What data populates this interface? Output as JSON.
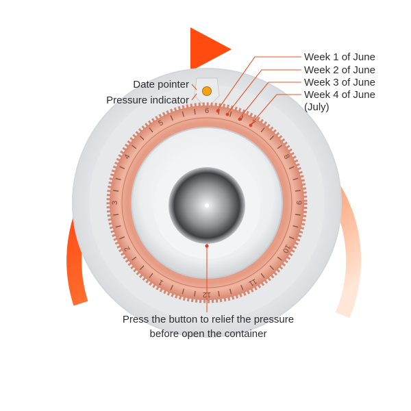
{
  "labels": {
    "date_pointer": "Date pointer",
    "pressure_indicator": "Pressure indicator",
    "week1": "Week 1 of June",
    "week2": "Week 2 of June",
    "week3": "Week 3 of June",
    "week4": "Week 4 of June",
    "week4_note": "(July)",
    "press_line1": "Press the button to relief the pressure",
    "press_line2": "before open the container"
  },
  "dial": {
    "numbers": [
      "1",
      "2",
      "3",
      "4",
      "5",
      "6",
      "7",
      "8",
      "9",
      "10",
      "11",
      "12"
    ]
  },
  "colors": {
    "arrow_start": "#ff3d00",
    "arrow_end": "#ffe2cf",
    "dial": "#eba68f",
    "leader": "#e8532a",
    "indicator": "#f3a21a"
  }
}
